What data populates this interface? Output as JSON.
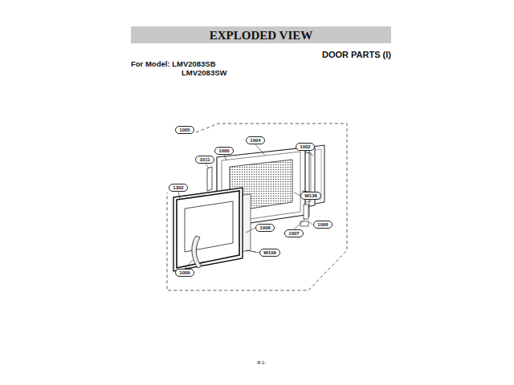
{
  "diagram": {
    "title": "EXPLODED VIEW",
    "labels": [
      "DOOR PARTS (I)",
      "For Model: LMV2083SB",
      "LMV2083SW",
      "1005",
      "1004",
      "1002",
      "1000",
      "1011",
      "1302",
      "W136",
      "1006",
      "1007",
      "1008",
      "W109",
      "1009",
      "-8-1-"
    ]
  }
}
